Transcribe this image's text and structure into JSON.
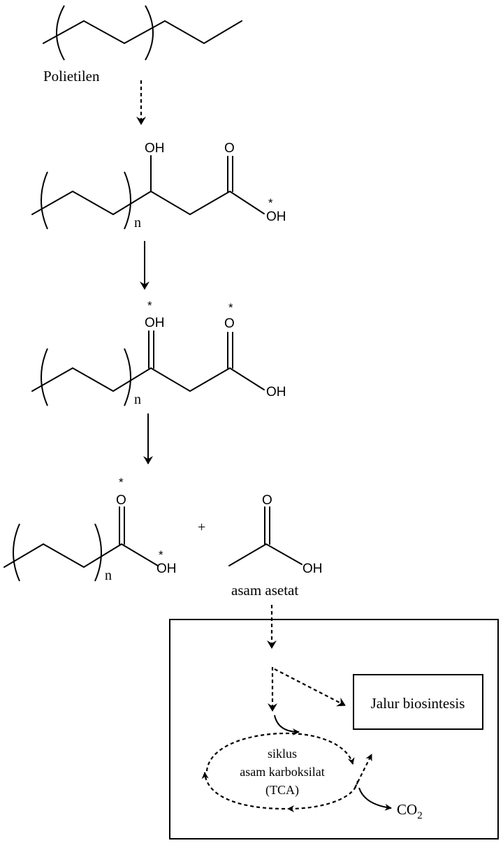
{
  "labels": {
    "polyethylene": "Polietilen",
    "acetic_acid": "asam asetat",
    "biosynthesis": "Jalur biosintesis",
    "cycle_line1": "siklus",
    "cycle_line2": "asam karboksilat",
    "cycle_line3": "(TCA)",
    "co2_main": "CO",
    "co2_sub": "2",
    "plus": "+"
  },
  "atoms": {
    "oh": "OH",
    "o": "O",
    "n": "n",
    "star": "*"
  }
}
